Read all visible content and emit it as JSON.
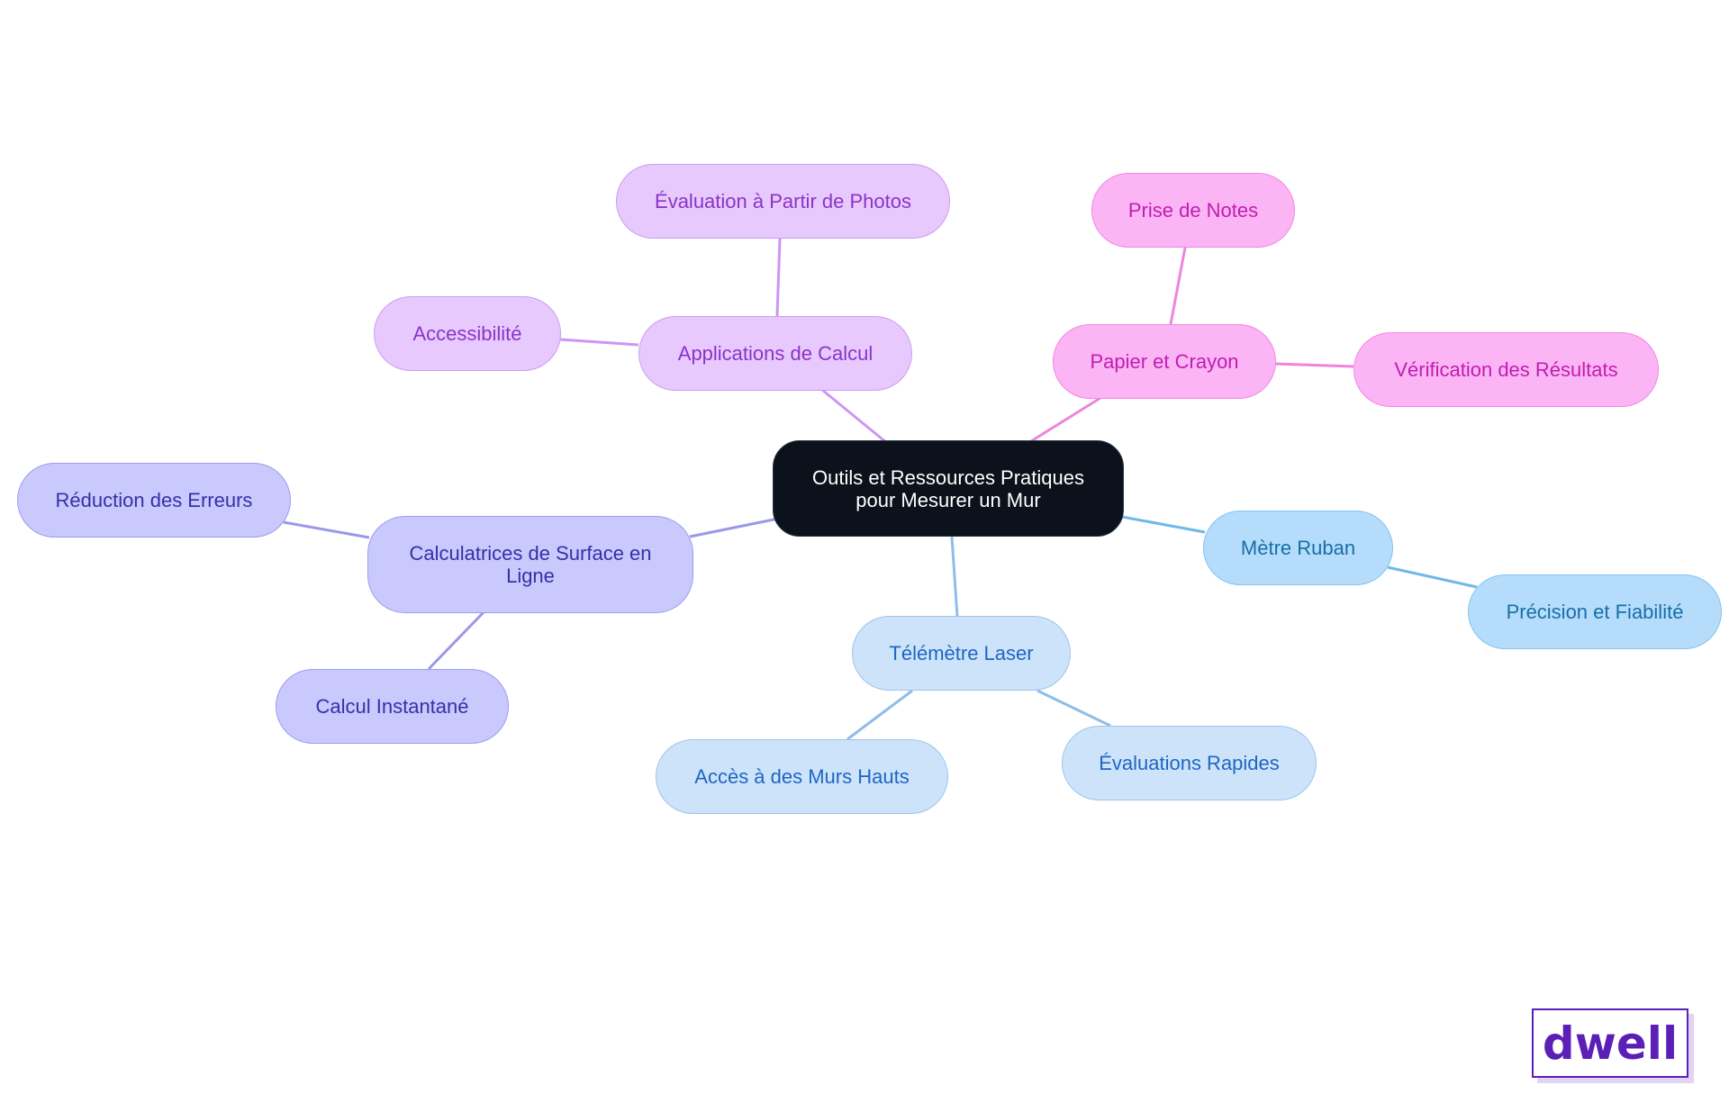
{
  "mindmap": {
    "root": "Outils et Ressources Pratiques pour Mesurer un Mur",
    "branches": {
      "laser": {
        "label": "Télémètre Laser",
        "children": [
          "Accès à des Murs Hauts",
          "Évaluations Rapides"
        ],
        "color": "#8fbde9"
      },
      "ruban": {
        "label": "Mètre Ruban",
        "children": [
          "Précision et Fiabilité"
        ],
        "color": "#6fb8ea"
      },
      "calculatrices": {
        "label": "Calculatrices de Surface en Ligne",
        "children": [
          "Réduction des Erreurs",
          "Calcul Instantané"
        ],
        "color": "#9b98ea"
      },
      "applications": {
        "label": "Applications de Calcul",
        "children": [
          "Évaluation à Partir de Photos",
          "Accessibilité"
        ],
        "color": "#cf95f2"
      },
      "papier": {
        "label": "Papier et Crayon",
        "children": [
          "Prise de Notes",
          "Vérification des Résultats"
        ],
        "color": "#ee84de"
      }
    }
  },
  "logo": {
    "text": "dwell",
    "color": "#5b1fb8"
  }
}
